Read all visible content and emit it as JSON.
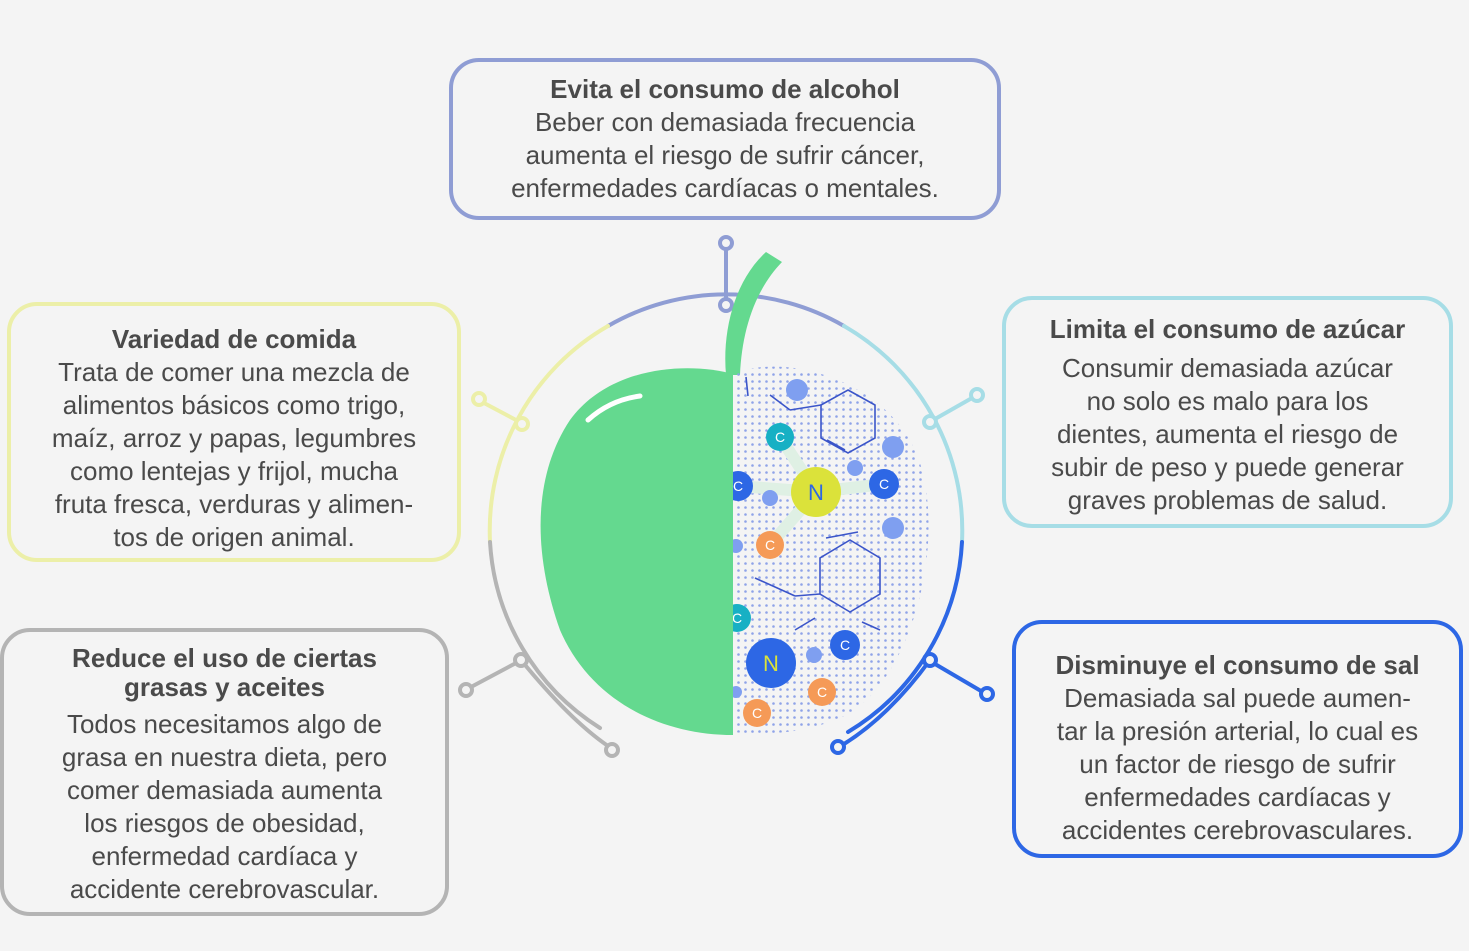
{
  "colors": {
    "background": "#f4f4f4",
    "alcohol": "#8f9dd4",
    "variety": "#ecefa8",
    "sugar": "#a6dde6",
    "fats": "#b4b4b4",
    "salt": "#2d67e5",
    "apple_green": "#64d98f",
    "atom_cyan": "#17b0c4",
    "atom_blue": "#2d67e5",
    "atom_orange": "#f59a57",
    "atom_yellow": "#dbe23a"
  },
  "cards": {
    "alcohol": {
      "title": "Evita el consumo de alcohol",
      "lines": [
        "Beber con demasiada frecuencia",
        "aumenta el riesgo de sufrir cáncer,",
        "enfermedades cardíacas o mentales."
      ]
    },
    "variety": {
      "title": "Variedad de comida",
      "lines": [
        "Trata de comer una mezcla de",
        "alimentos básicos como trigo,",
        "maíz, arroz y papas, legumbres",
        "como lentejas y frijol, mucha",
        "fruta fresca, verduras y alimen-",
        "tos de origen animal."
      ]
    },
    "sugar": {
      "title": "Limita el consumo de azúcar",
      "lines": [
        "Consumir demasiada azúcar",
        "no solo es malo para los",
        "dientes, aumenta el riesgo de",
        "subir de peso y puede generar",
        "graves problemas de salud."
      ]
    },
    "fats": {
      "title_lines": [
        "Reduce el uso de ciertas",
        "grasas y aceites"
      ],
      "lines": [
        "Todos necesitamos algo de",
        "grasa en nuestra dieta, pero",
        "comer demasiada aumenta",
        "los riesgos de obesidad,",
        "enfermedad cardíaca y",
        "accidente cerebrovascular."
      ]
    },
    "salt": {
      "title": "Disminuye el consumo de sal",
      "lines": [
        "Demasiada sal puede aumen-",
        "tar la presión arterial, lo cual es",
        "un factor de riesgo de sufrir",
        "enfermedades cardíacas y",
        "accidentes cerebrovasculares."
      ]
    }
  },
  "molecules": {
    "c": "C",
    "n": "N"
  }
}
